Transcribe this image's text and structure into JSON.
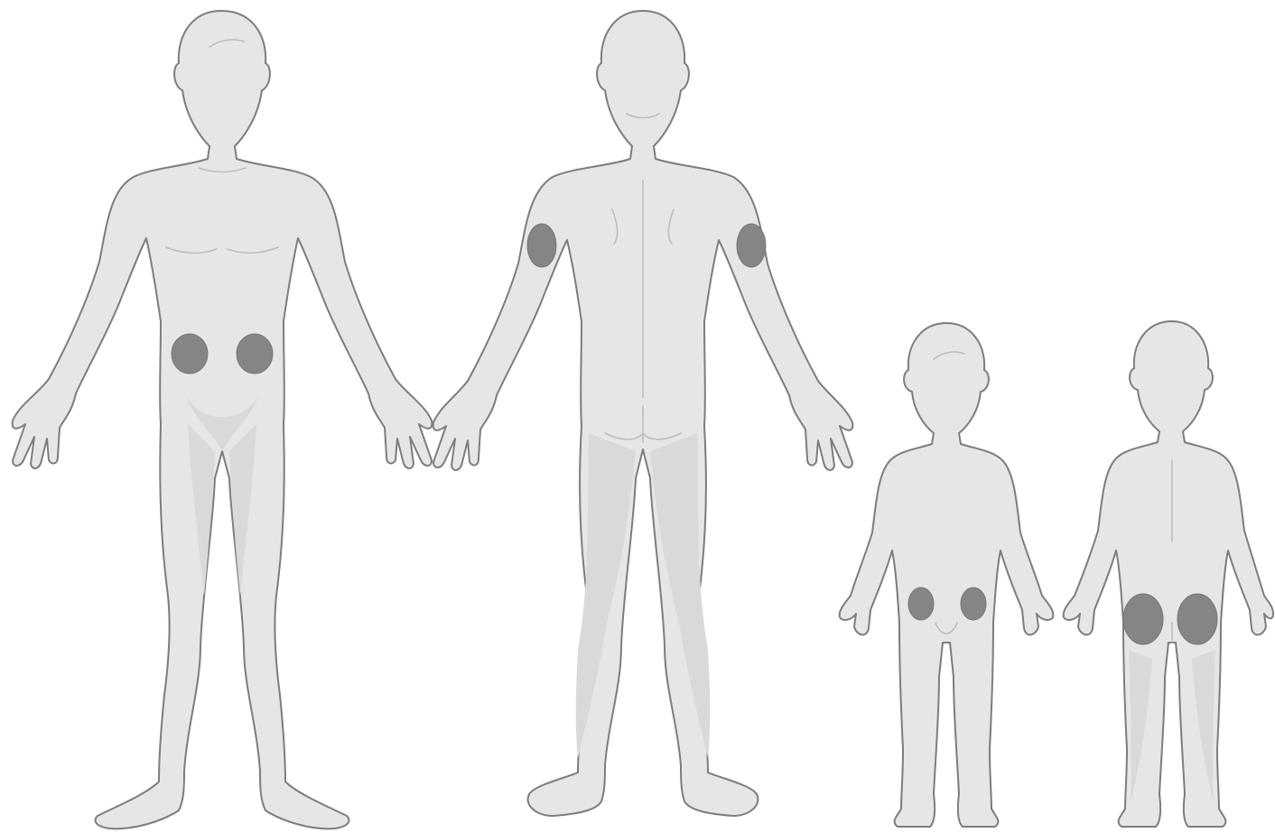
{
  "figures": [
    {
      "id": "adult-front",
      "view": "front",
      "subject": "adult",
      "marked_sites": [
        "abdomen-left",
        "abdomen-right"
      ]
    },
    {
      "id": "adult-back",
      "view": "back",
      "subject": "adult",
      "marked_sites": [
        "upper-arm-left",
        "upper-arm-right"
      ]
    },
    {
      "id": "child-front",
      "view": "front",
      "subject": "child",
      "marked_sites": [
        "abdomen-left",
        "abdomen-right"
      ]
    },
    {
      "id": "child-back",
      "view": "back",
      "subject": "child",
      "marked_sites": [
        "buttock-left",
        "buttock-right"
      ]
    }
  ],
  "colors": {
    "skin": "#e6e6e6",
    "outline": "#7d7d7d",
    "shading": "#d9d9d9",
    "injection_site": "#858585",
    "background": "#ffffff"
  }
}
